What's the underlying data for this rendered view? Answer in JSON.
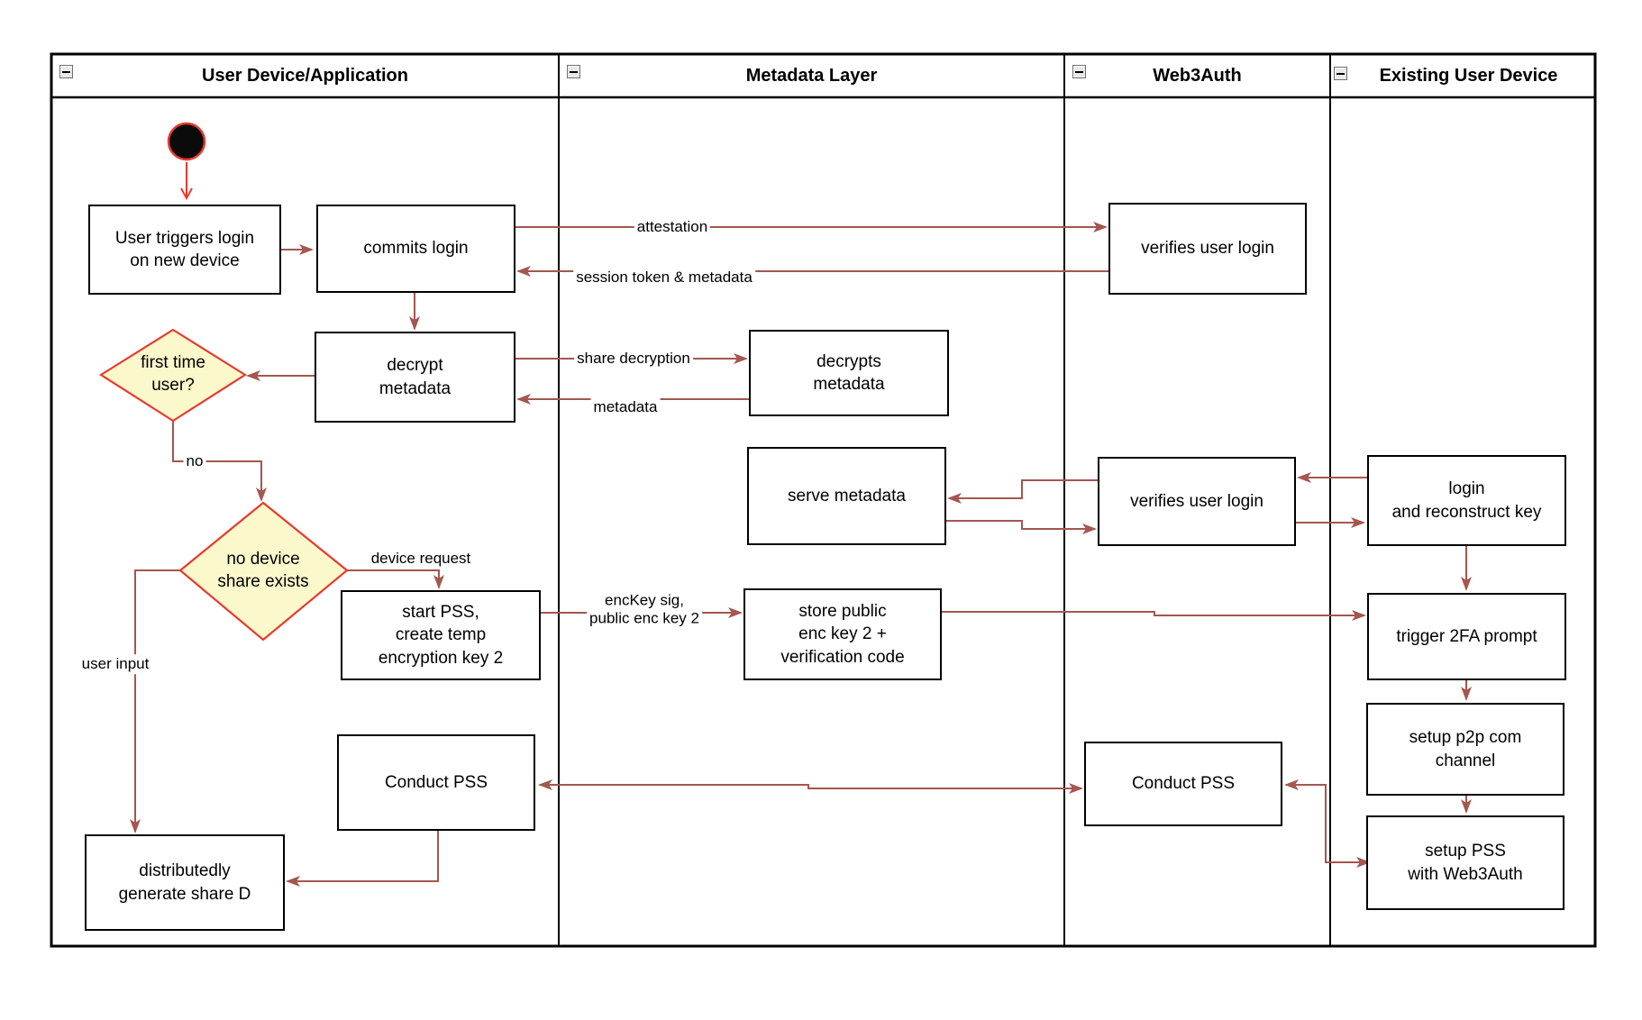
{
  "lanes": [
    {
      "label": "User Device/Application"
    },
    {
      "label": "Metadata Layer"
    },
    {
      "label": "Web3Auth"
    },
    {
      "label": "Existing User Device"
    }
  ],
  "nodes": {
    "user_triggers_login": {
      "label": "User triggers login\non new device"
    },
    "commits_login": {
      "label": "commits login"
    },
    "decrypt_metadata": {
      "label": "decrypt\nmetadata"
    },
    "first_time_user": {
      "label": "first time\nuser?"
    },
    "no_device_share": {
      "label": "no device\nshare exists"
    },
    "start_pss": {
      "label": "start PSS,\ncreate temp\nencryption key 2"
    },
    "conduct_pss_user": {
      "label": "Conduct PSS"
    },
    "distributedly_generate": {
      "label": "distributedly\ngenerate share D"
    },
    "decrypts_metadata": {
      "label": "decrypts\nmetadata"
    },
    "serve_metadata": {
      "label": "serve metadata"
    },
    "store_public_enc_key": {
      "label": "store public\nenc key 2 +\nverification code"
    },
    "verifies_user_login_top": {
      "label": "verifies user login"
    },
    "verifies_user_login_mid": {
      "label": "verifies user login"
    },
    "conduct_pss_web3auth": {
      "label": "Conduct PSS"
    },
    "login_and_reconstruct": {
      "label": "login\nand reconstruct key"
    },
    "trigger_2fa": {
      "label": "trigger 2FA prompt"
    },
    "setup_p2p": {
      "label": "setup p2p com\nchannel"
    },
    "setup_pss": {
      "label": "setup PSS\nwith Web3Auth"
    }
  },
  "edge_labels": {
    "attestation": "attestation",
    "session_token": "session token & metadata",
    "share_decryption": "share decryption",
    "metadata": "metadata",
    "no": "no",
    "device_request": "device request",
    "enckey_sig": "encKey sig,\npublic enc key 2",
    "user_input": "user input"
  },
  "colors": {
    "arrow": "#a4564f",
    "accent_red": "#e8392f",
    "diamond_fill": "#fbf8cb",
    "line_black": "#000000"
  }
}
